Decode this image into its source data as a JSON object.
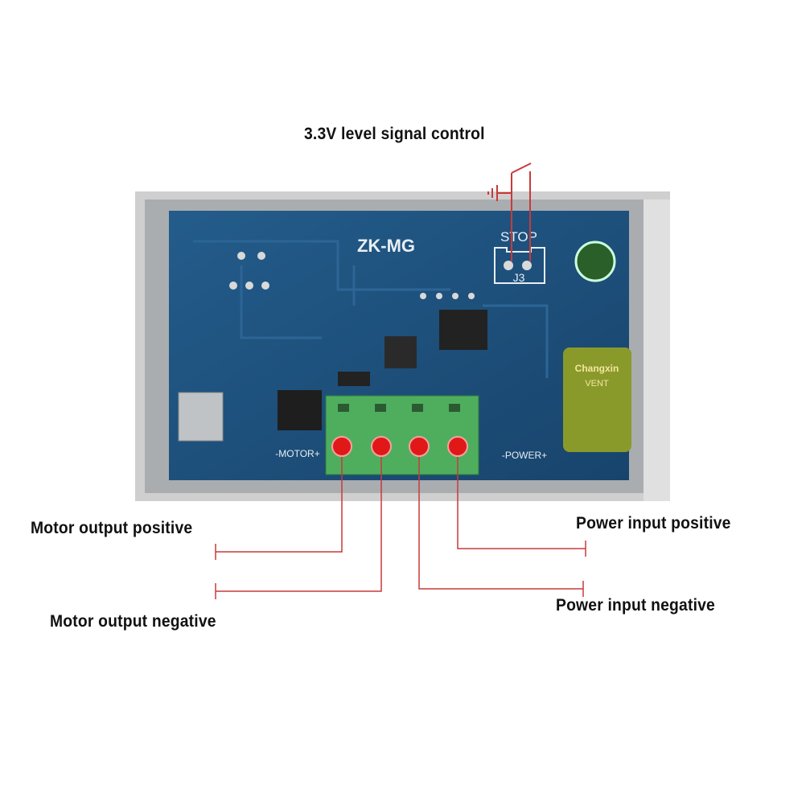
{
  "title": "3.3V level signal control",
  "board": {
    "model": "ZK-MG",
    "stop_label": "STOP",
    "connector_label": "J3",
    "motor_label": "-MOTOR+",
    "power_label": "-POWER+",
    "capacitor_brand": "Changxin",
    "capacitor_text": "VENT"
  },
  "callouts": {
    "motor_positive": "Motor output positive",
    "motor_negative": "Motor output negative",
    "power_positive": "Power input positive",
    "power_negative": "Power input negative"
  },
  "colors": {
    "pcb": "#1d4e7a",
    "terminal": "#4fae5e",
    "wire": "#c83a3a",
    "enclosure": "#c9c9c9"
  }
}
